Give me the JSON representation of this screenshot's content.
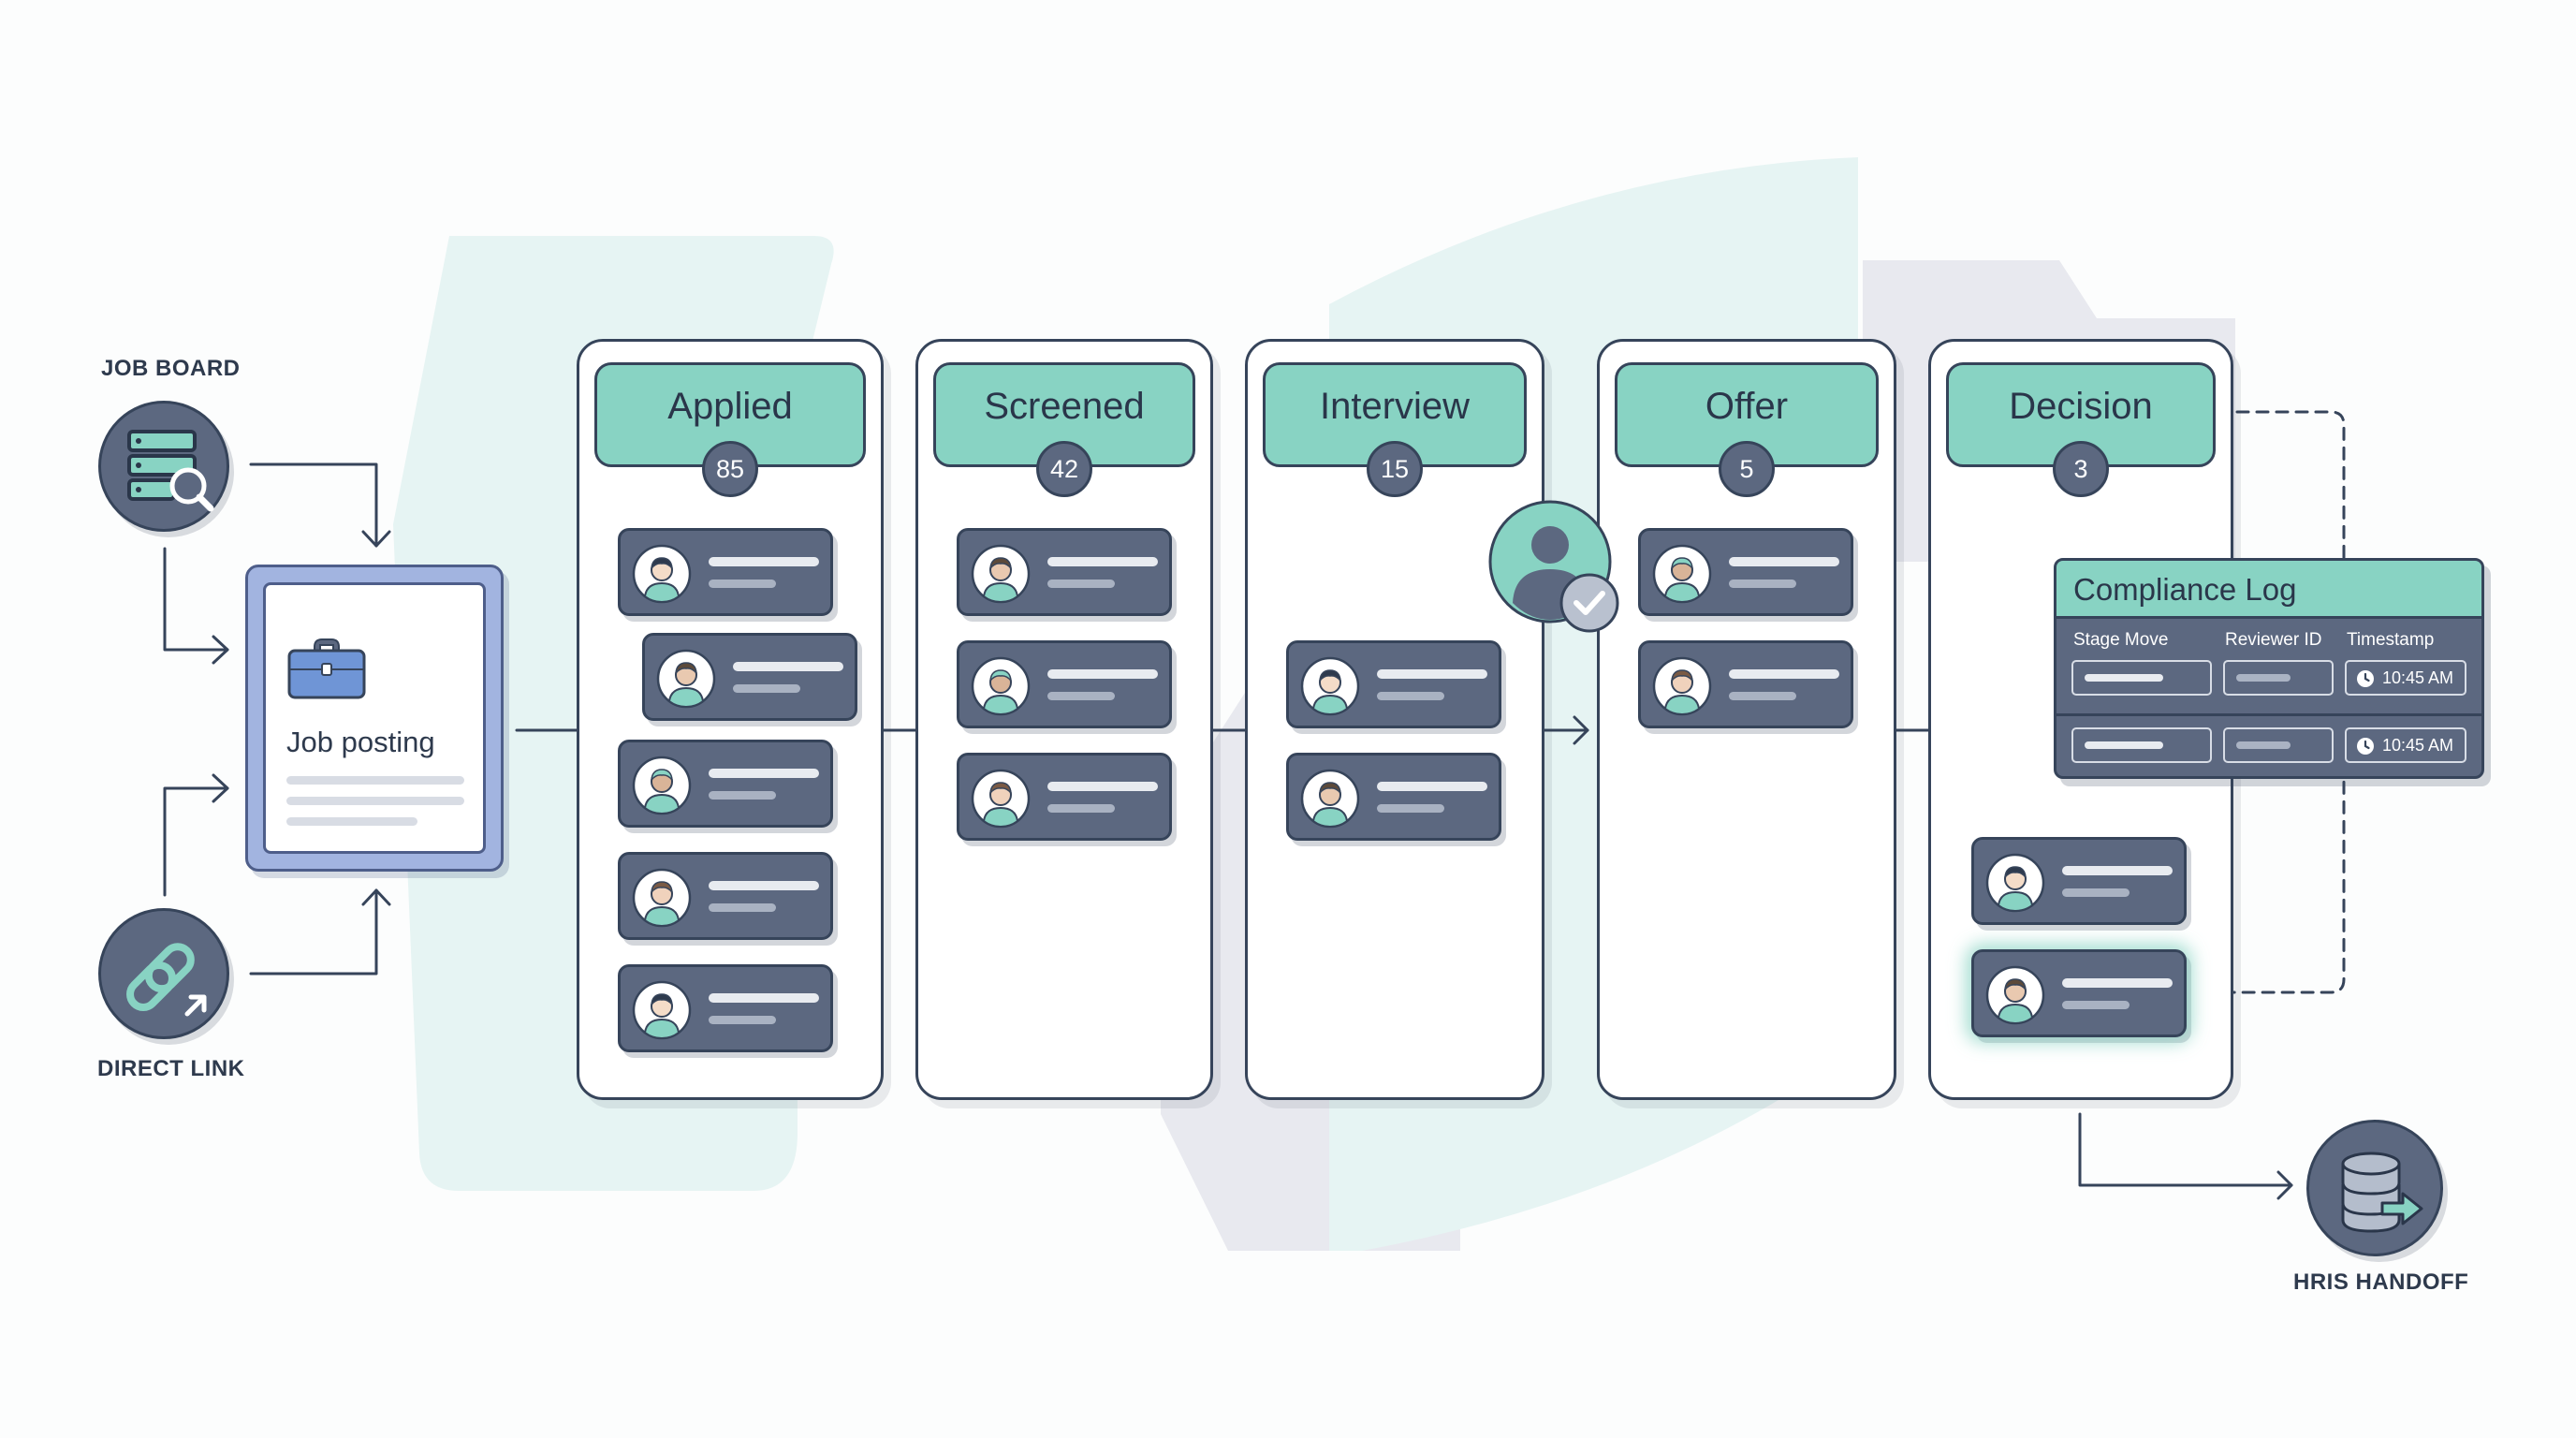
{
  "sources": {
    "job_board": "JOB BOARD",
    "direct_link": "DIRECT LINK"
  },
  "posting": {
    "title": "Job posting"
  },
  "stages": [
    {
      "name": "Applied",
      "count": "85"
    },
    {
      "name": "Screened",
      "count": "42"
    },
    {
      "name": "Interview",
      "count": "15"
    },
    {
      "name": "Offer",
      "count": "5"
    },
    {
      "name": "Decision",
      "count": "3"
    }
  ],
  "compliance_log": {
    "title": "Compliance Log",
    "columns": [
      "Stage Move",
      "Reviewer ID",
      "Timestamp"
    ],
    "rows": [
      {
        "timestamp": "10:45 AM"
      },
      {
        "timestamp": "10:45 AM"
      }
    ]
  },
  "handoff": {
    "label": "HRIS HANDOFF"
  },
  "colors": {
    "accent_teal": "#88d3c3",
    "card_slate": "#5c6880",
    "outline": "#36445a",
    "posting_blue": "#a2b4e0"
  },
  "icons": [
    "server-search-icon",
    "link-icon",
    "briefcase-icon",
    "person-check-icon",
    "database-export-icon",
    "clock-icon"
  ]
}
